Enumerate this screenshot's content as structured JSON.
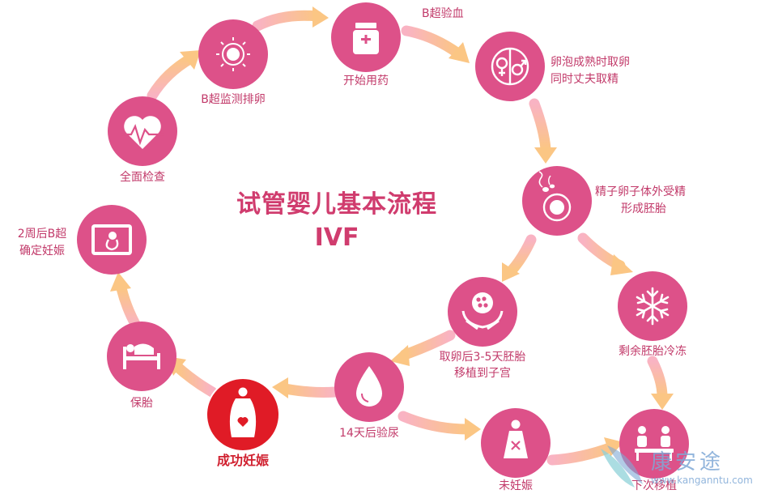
{
  "title": {
    "line1": "试管婴儿基本流程",
    "line2": "IVF"
  },
  "steps": {
    "exam": {
      "label": "全面检查",
      "icon": "heart-monitor-icon"
    },
    "bmonitor": {
      "label": "B超监测排卵",
      "icon": "ovary-sun-icon"
    },
    "meds": {
      "label": "开始用药",
      "icon": "medicine-bottle-icon"
    },
    "eggretrieval": {
      "line1": "卵泡成熟时取卵",
      "line2": "同时丈夫取精",
      "icon": "male-female-icon"
    },
    "fertilize": {
      "line1": "精子卵子体外受精",
      "line2": "形成胚胎",
      "icon": "sperm-egg-icon"
    },
    "freeze": {
      "label": "剩余胚胎冷冻",
      "icon": "snowflake-icon"
    },
    "transfer": {
      "line1": "取卵后3-5天胚胎",
      "line2": "移植到子宫",
      "icon": "hands-embryo-icon"
    },
    "urine": {
      "label": "14天后验尿",
      "icon": "drop-icon"
    },
    "notpregnant": {
      "label": "未妊娠",
      "icon": "woman-x-icon"
    },
    "nexttransfer": {
      "label": "下次移植",
      "icon": "doctor-patient-icon"
    },
    "success": {
      "label": "成功妊娠",
      "icon": "pregnant-woman-icon"
    },
    "keep": {
      "label": "保胎",
      "icon": "bed-rest-icon"
    },
    "confirm": {
      "line1": "2周后B超",
      "line2": "确定妊娠",
      "icon": "ultrasound-fetus-icon"
    }
  },
  "edge_labels": {
    "bblood": "B超验血"
  },
  "watermark": {
    "line1": "康安途",
    "line2": "www.kanganntu.com"
  },
  "colors": {
    "node": "#dd5189",
    "node_success": "#e01b26",
    "arrow_from": "#f7a7b8",
    "arrow_to": "#fbc27a",
    "text": "#c23a6a"
  }
}
